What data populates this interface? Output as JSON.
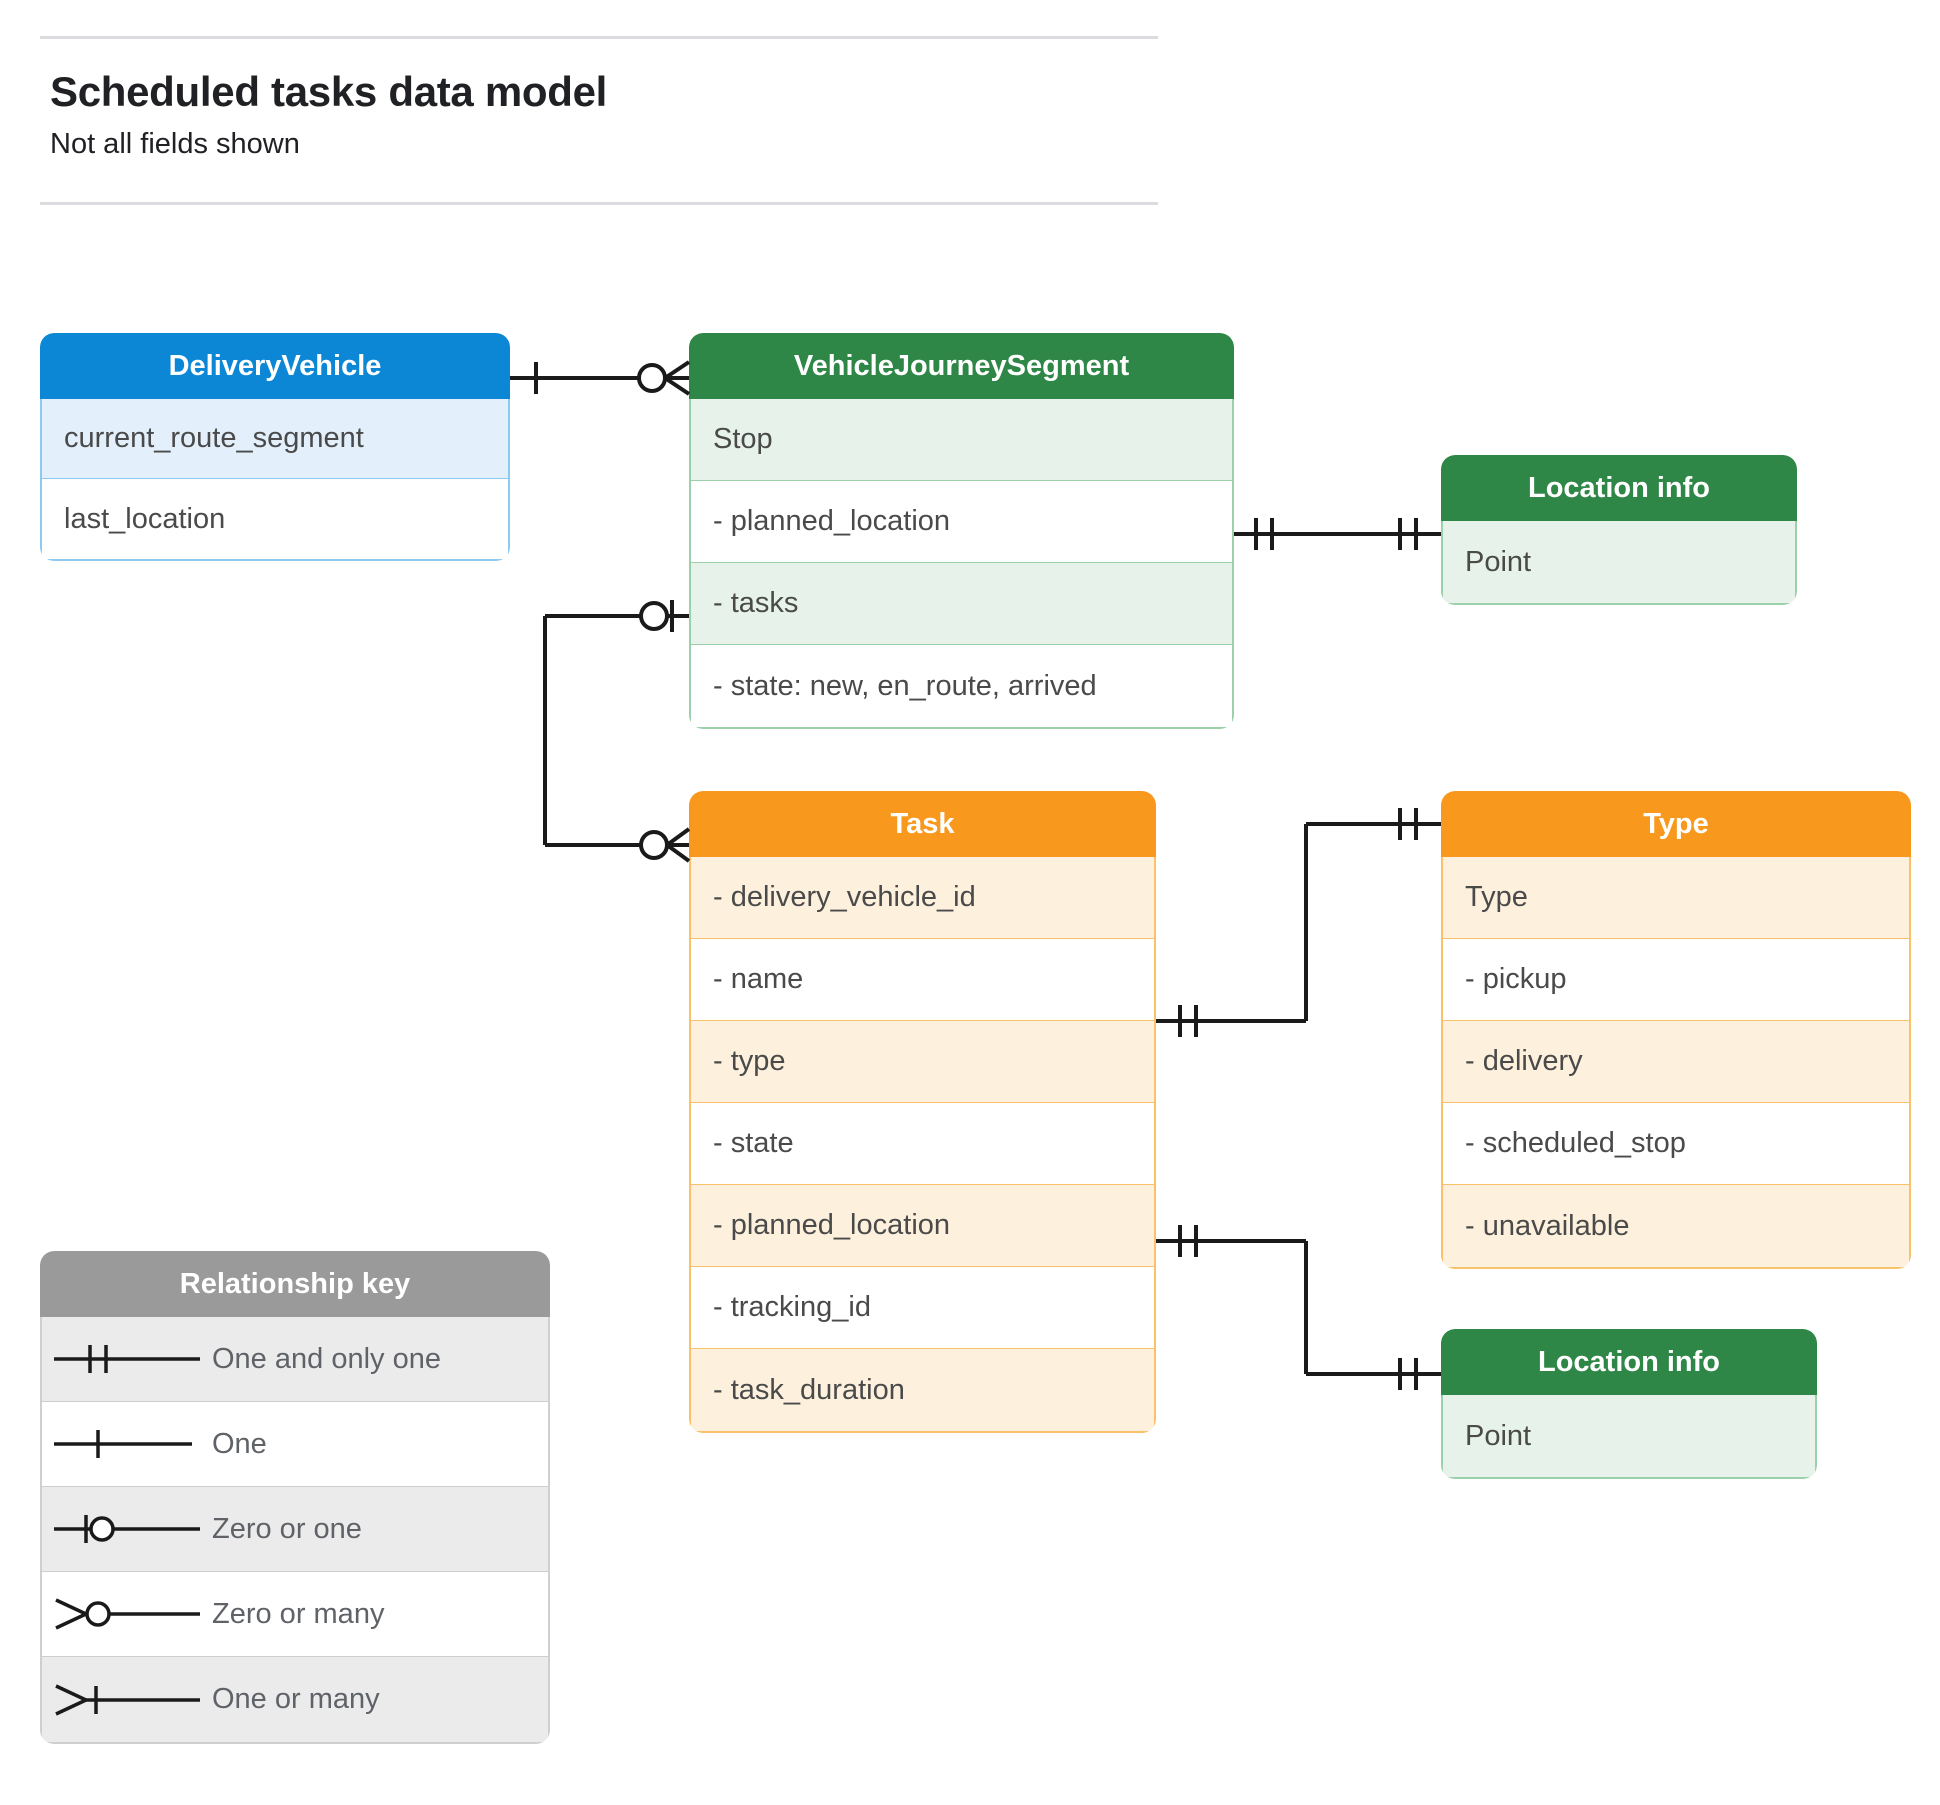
{
  "header": {
    "title": "Scheduled tasks data model",
    "subtitle": "Not all fields shown"
  },
  "entities": {
    "delivery_vehicle": {
      "title": "DeliveryVehicle",
      "color": "#0b87d6",
      "rows": [
        "current_route_segment",
        "last_location"
      ]
    },
    "vehicle_journey_segment": {
      "title": "VehicleJourneySegment",
      "color": "#2f8747",
      "rows": [
        "Stop",
        "-  planned_location",
        "- tasks",
        "- state: new, en_route, arrived"
      ]
    },
    "location_info_top": {
      "title": "Location info",
      "color": "#2f8747",
      "rows": [
        "Point"
      ]
    },
    "task": {
      "title": "Task",
      "color": "#f8981d",
      "rows": [
        "- delivery_vehicle_id",
        "- name",
        "- type",
        "- state",
        "- planned_location",
        "- tracking_id",
        "- task_duration"
      ]
    },
    "type": {
      "title": "Type",
      "color": "#f8981d",
      "rows": [
        "Type",
        "-  pickup",
        "-  delivery",
        "-  scheduled_stop",
        "-  unavailable"
      ]
    },
    "location_info_bottom": {
      "title": "Location info",
      "color": "#2f8747",
      "rows": [
        "Point"
      ]
    }
  },
  "legend": {
    "title": "Relationship key",
    "color": "#9a9a9a",
    "items": [
      {
        "symbol": "one-and-only-one",
        "label": "One and only one"
      },
      {
        "symbol": "one",
        "label": "One"
      },
      {
        "symbol": "zero-or-one",
        "label": "Zero or one"
      },
      {
        "symbol": "zero-or-many",
        "label": "Zero or many"
      },
      {
        "symbol": "one-or-many",
        "label": "One or many"
      }
    ]
  },
  "relationships": [
    {
      "from": "DeliveryVehicle",
      "from_cardinality": "one",
      "to": "VehicleJourneySegment",
      "to_cardinality": "zero-or-many"
    },
    {
      "from": "VehicleJourneySegment.planned_location",
      "from_cardinality": "one-and-only-one",
      "to": "Location info",
      "to_cardinality": "one-and-only-one"
    },
    {
      "from": "VehicleJourneySegment.tasks",
      "from_cardinality": "zero-or-one",
      "to": "Task",
      "to_cardinality": "zero-or-many"
    },
    {
      "from": "Task.type",
      "from_cardinality": "one-and-only-one",
      "to": "Type",
      "to_cardinality": "one-and-only-one"
    },
    {
      "from": "Task.planned_location",
      "from_cardinality": "one-and-only-one",
      "to": "Location info",
      "to_cardinality": "one-and-only-one"
    }
  ],
  "line_color": "#1a1a1a"
}
